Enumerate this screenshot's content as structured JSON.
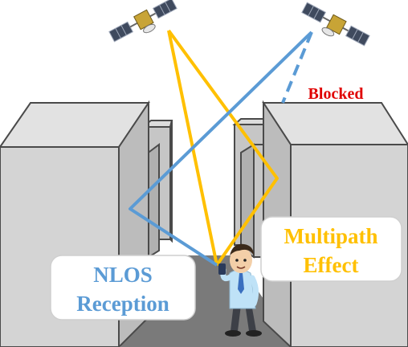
{
  "labels": {
    "blocked": "Blocked",
    "nlos_line1": "NLOS",
    "nlos_line2": "Reception",
    "multipath_line1": "Multipath",
    "multipath_line2": "Effect"
  },
  "colors": {
    "nlos": "#5b9bd5",
    "multipath": "#ffc000",
    "blocked": "#e00000",
    "building_face": "#d4d4d4",
    "building_side": "#bcbcbc",
    "building_outline": "#4a4a4a",
    "road": "#7a7a7a"
  },
  "icons": {
    "satellite_left": "satellite-icon",
    "satellite_right": "satellite-icon",
    "person": "person-with-phone-icon"
  }
}
